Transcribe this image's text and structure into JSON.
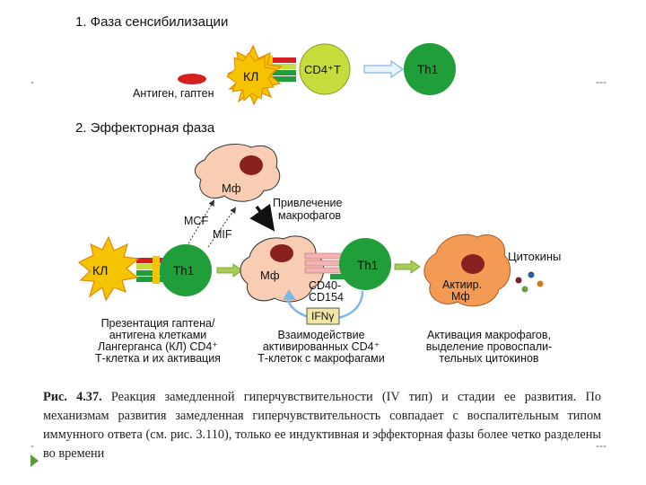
{
  "phase1": {
    "title": "1. Фаза сенсибилизации",
    "kl": "КЛ",
    "cd4": "CD4⁺T",
    "th1": "Th1",
    "antigen": "Антиген, гаптен"
  },
  "phase2": {
    "title": "2. Эффекторная фаза",
    "mf_top": "Мф",
    "attract": [
      "Привлечение",
      "макрофагов"
    ],
    "mcf": "MCF",
    "mif": "MIF",
    "kl": "КЛ",
    "th1_left": "Th1",
    "mf_mid": "Мф",
    "th1_mid": "Th1",
    "cd40": [
      "CD40-",
      "CD154"
    ],
    "ifn": "IFNγ",
    "cytokines": "Цитокины",
    "active_mf": [
      "Актиир.",
      "Мф"
    ],
    "caption_left": [
      "Презентация гаптена/",
      "антигена клетками",
      "Лангерганса (КЛ) CD4⁺",
      "Т-клетка и их активация"
    ],
    "caption_mid": [
      "Взаимодействие",
      "активированных CD4⁺",
      "Т-клеток с макрофагами"
    ],
    "caption_right": [
      "Активация макрофагов,",
      "выделение провоспали-",
      "тельных цитокинов"
    ]
  },
  "figure": {
    "number": "Рис. 4.37.",
    "text": " Реакция замедленной гиперчувствительности (IV тип) и стадии ее развития. По механизмам развития замедленная гиперчувствительность совпадает с воспалительным типом иммунного ответа (см. рис. 3.110), только ее индуктивная и эффекторная фазы более четко разделены во времени"
  },
  "dashes": {
    "left": "-",
    "right": "---"
  },
  "colors": {
    "star": "#f6c300",
    "star_edge": "#e08a00",
    "red": "#d42020",
    "green": "#1f9e3a",
    "lime": "#c6dc3a",
    "macrophage": "#f8cdb3",
    "active": "#f39a55",
    "nucleus": "#8a2020",
    "blue_arrow": "#7fb8e6",
    "pink": "#f3b3b3",
    "green_arrow": "#a9cc55"
  },
  "cytokine_dots": [
    "#7a2030",
    "#2c5aa0",
    "#d07a20",
    "#6aa040"
  ],
  "icons": [
    "bullet-arrow-icon"
  ]
}
